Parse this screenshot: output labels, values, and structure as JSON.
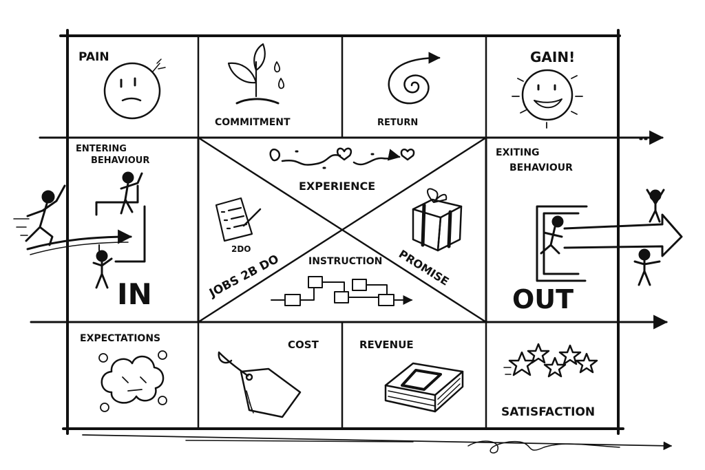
{
  "colors": {
    "ink": "#111111",
    "paper": "#ffffff"
  },
  "cells": {
    "pain": "PAIN",
    "commitment": "COMMITMENT",
    "return": "RETURN",
    "gain": "GAIN!",
    "entering_line1": "ENTERING",
    "entering_line2": "BEHAVIOUR",
    "experience": "EXPERIENCE",
    "exiting_line1": "EXITING",
    "exiting_line2": "BEHAVIOUR",
    "todo": "2DO",
    "jobs": "JOBS 2B DO",
    "instruction": "INSTRUCTION",
    "promise": "PROMISE",
    "in": "IN",
    "out": "OUT",
    "expectations": "EXPECTATIONS",
    "cost": "COST",
    "revenue": "REVENUE",
    "satisfaction": "SATISFACTION"
  },
  "icons": [
    "sad-face-icon",
    "plant-icon",
    "spiral-arrow-icon",
    "smiling-sun-icon",
    "path-hearts-icon",
    "checklist-icon",
    "gift-box-icon",
    "flowchart-icon",
    "person-icon",
    "cloud-icon",
    "price-tag-icon",
    "money-stack-icon",
    "stars-icon"
  ]
}
